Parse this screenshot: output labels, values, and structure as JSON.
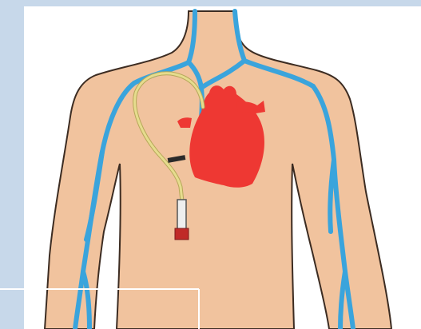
{
  "diagram": {
    "subject": "",
    "colors": {
      "background_panel": "#c7d8ea",
      "background_canvas": "#ffffff",
      "skin": "#f1c39e",
      "outline": "#3c2c22",
      "vein": "#3aa4dc",
      "heart": "#ee3833",
      "catheter": "#e6dc8e",
      "catheter_edge": "#b6a85a",
      "device_cap": "#c02a28",
      "device_tube": "#eeeeee",
      "callout_line": "#ffffff"
    },
    "elements": [
      {
        "name": "torso-outline",
        "label": ""
      },
      {
        "name": "vein-network",
        "label": ""
      },
      {
        "name": "heart",
        "label": ""
      },
      {
        "name": "catheter-line",
        "label": ""
      },
      {
        "name": "catheter-clamp",
        "label": ""
      },
      {
        "name": "catheter-hub",
        "label": ""
      },
      {
        "name": "callout-box",
        "label": ""
      }
    ]
  }
}
